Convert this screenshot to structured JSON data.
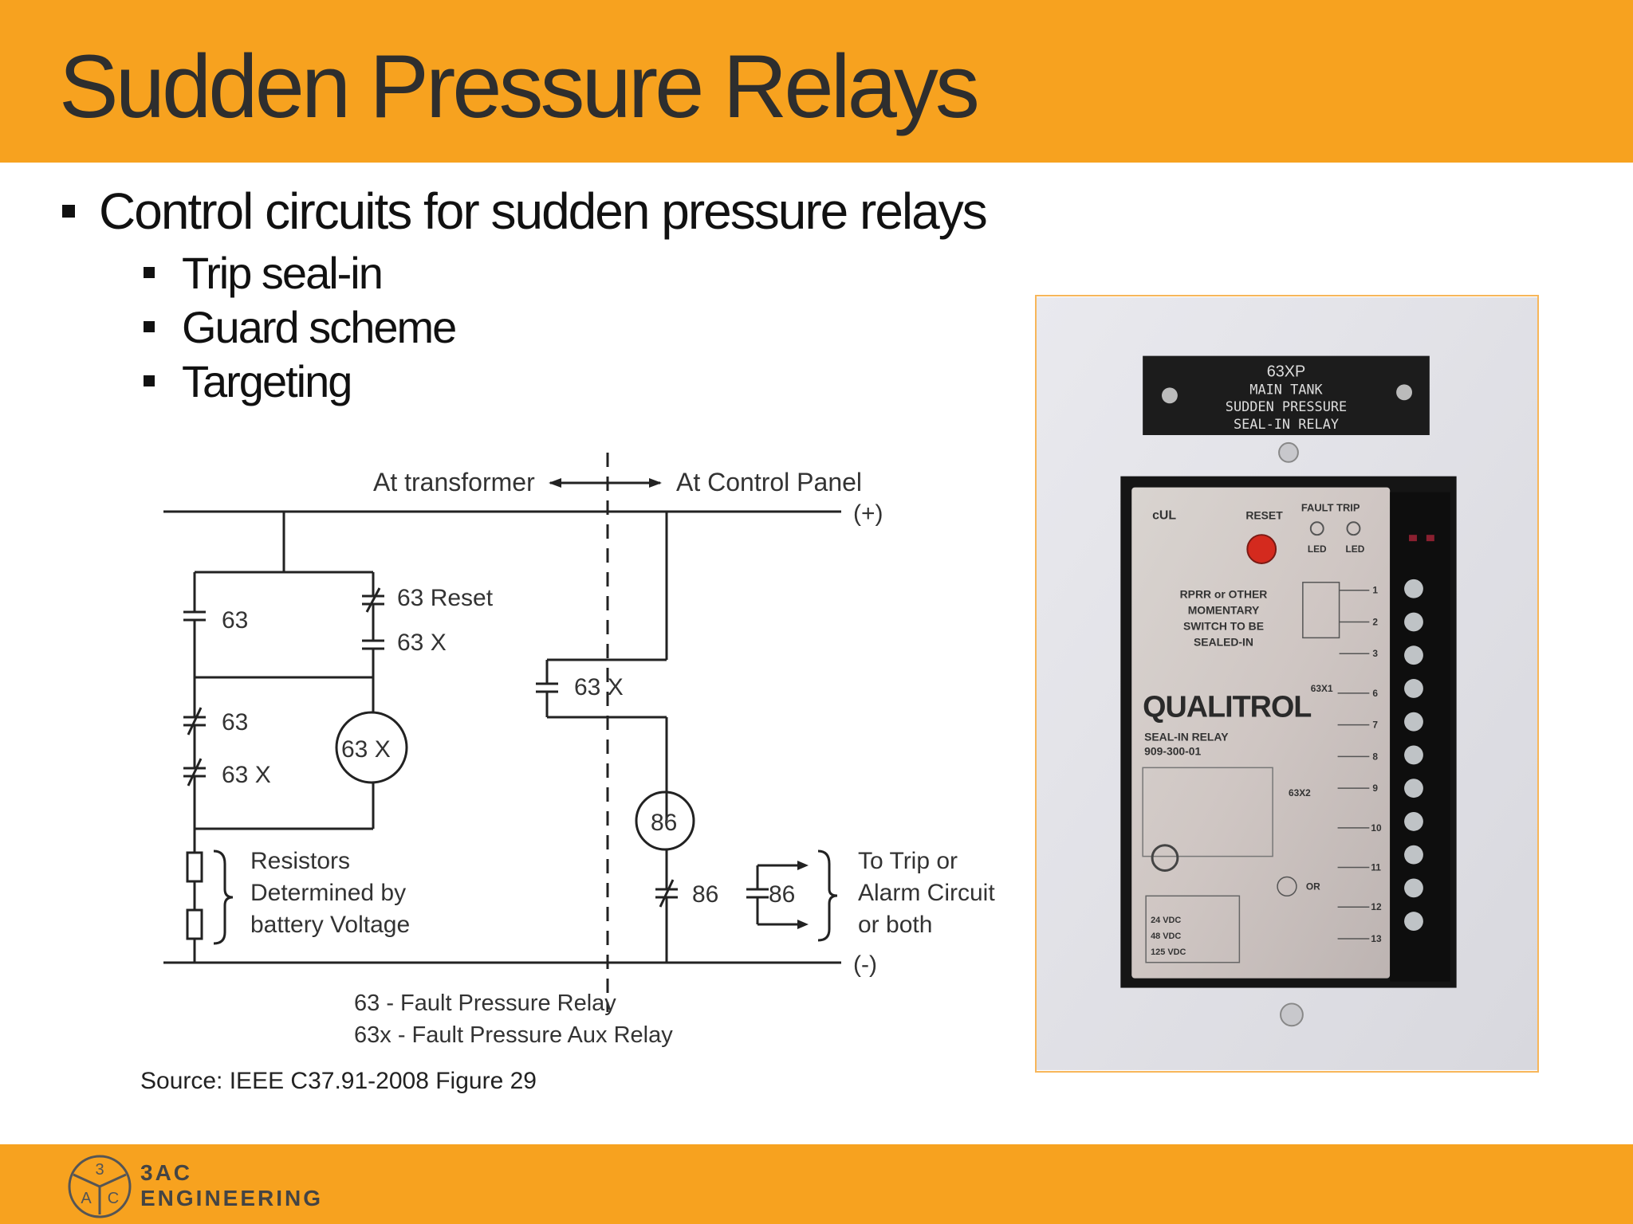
{
  "slide": {
    "title": "Sudden Pressure Relays",
    "bullet_main": "Control circuits for sudden pressure relays",
    "sub_bullets": [
      "Trip seal-in",
      "Guard scheme",
      "Targeting"
    ],
    "source": "Source: IEEE C37.91-2008 Figure 29"
  },
  "diagram": {
    "at_transformer": "At transformer",
    "at_control_panel": "At Control Panel",
    "plus": "(+)",
    "minus": "(-)",
    "c63": "63",
    "c63_reset": "63 Reset",
    "c63x_a": "63 X",
    "c63x_mid": "63 X",
    "c63_b": "63",
    "c63x_b": "63 X",
    "coil63x": "63 X",
    "coil86": "86",
    "c86": "86",
    "c86_b": "86",
    "resistors_1": "Resistors",
    "resistors_2": "Determined by",
    "resistors_3": "battery Voltage",
    "trip_1": "To Trip or",
    "trip_2": "Alarm Circuit",
    "trip_3": "or both",
    "legend_1": "63 - Fault Pressure Relay",
    "legend_2": "63x - Fault Pressure Aux Relay"
  },
  "photo": {
    "tag_1": "63XP",
    "tag_2": "MAIN TANK",
    "tag_3": "SUDDEN PRESSURE",
    "tag_4": "SEAL-IN RELAY",
    "reset": "RESET",
    "fault_trip": "FAULT TRIP",
    "led1": "LED",
    "led2": "LED",
    "switch_1": "RPRR or OTHER",
    "switch_2": "MOMENTARY",
    "switch_3": "SWITCH TO BE",
    "switch_4": "SEALED-IN",
    "brand": "QUALITROL",
    "model_1": "SEAL-IN RELAY",
    "model_2": "909-300-01",
    "k1": "63X1",
    "k2": "63X2",
    "or": "OR",
    "v24": "24 VDC",
    "v48": "48 VDC",
    "v125": "125 VDC",
    "t1": "1",
    "t2": "2",
    "t3": "3",
    "t6": "6",
    "t7": "7",
    "t8": "8",
    "t9": "9",
    "t10": "10",
    "t11": "11",
    "t12": "12",
    "t13": "13"
  },
  "footer": {
    "logo_top": "3",
    "logo_left": "A",
    "logo_right": "C",
    "brand_line1": "3AC",
    "brand_line2": "ENGINEERING"
  },
  "colors": {
    "accent": "#f7a21f",
    "title_text": "#2e2e2e"
  }
}
